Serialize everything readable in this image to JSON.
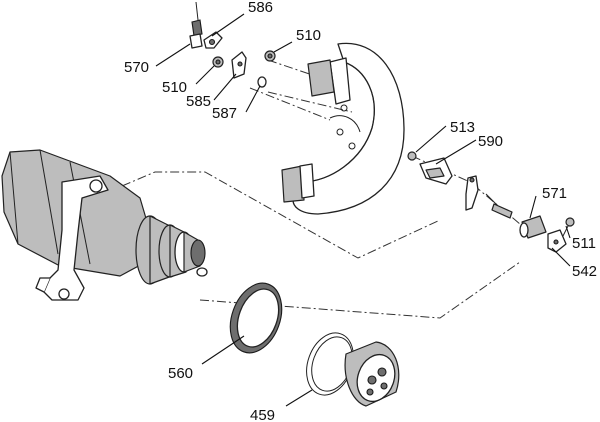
{
  "callouts": {
    "c586": "586",
    "c570": "570",
    "c510_top": "510",
    "c510_left": "510",
    "c585": "585",
    "c587": "587",
    "c513": "513",
    "c590": "590",
    "c571": "571",
    "c511": "511",
    "c542": "542",
    "c560": "560",
    "c459": "459"
  },
  "colors": {
    "line": "#222222",
    "shade": "#bdbdbd",
    "dark": "#6e6e6e"
  }
}
